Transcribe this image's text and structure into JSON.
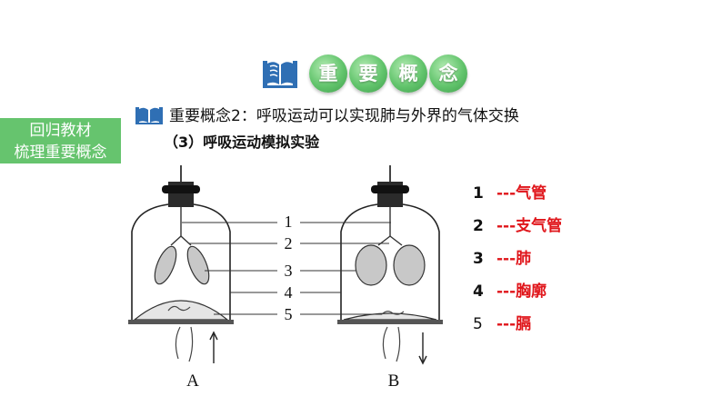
{
  "header": {
    "chars": [
      "重",
      "要",
      "概",
      "念"
    ]
  },
  "side_badge": {
    "line1": "回归教材",
    "line2": "梳理重要概念"
  },
  "concept": {
    "title": "重要概念2：呼吸运动可以实现肺与外界的气体交换",
    "subtitle": "（3）呼吸运动模拟实验"
  },
  "diagram": {
    "labels": [
      "1",
      "2",
      "3",
      "4",
      "5"
    ],
    "caption_a": "A",
    "caption_b": "B"
  },
  "legend": [
    {
      "num": "1",
      "text": "---气管"
    },
    {
      "num": "2",
      "text": "---支气管"
    },
    {
      "num": "3",
      "text": "---肺"
    },
    {
      "num": "4",
      "text": "---胸廓"
    },
    {
      "num": "5",
      "text": "---膈"
    }
  ],
  "colors": {
    "accent_green": "#62c46c",
    "legend_red": "#e0161b",
    "icon_blue": "#2f6fb4"
  }
}
